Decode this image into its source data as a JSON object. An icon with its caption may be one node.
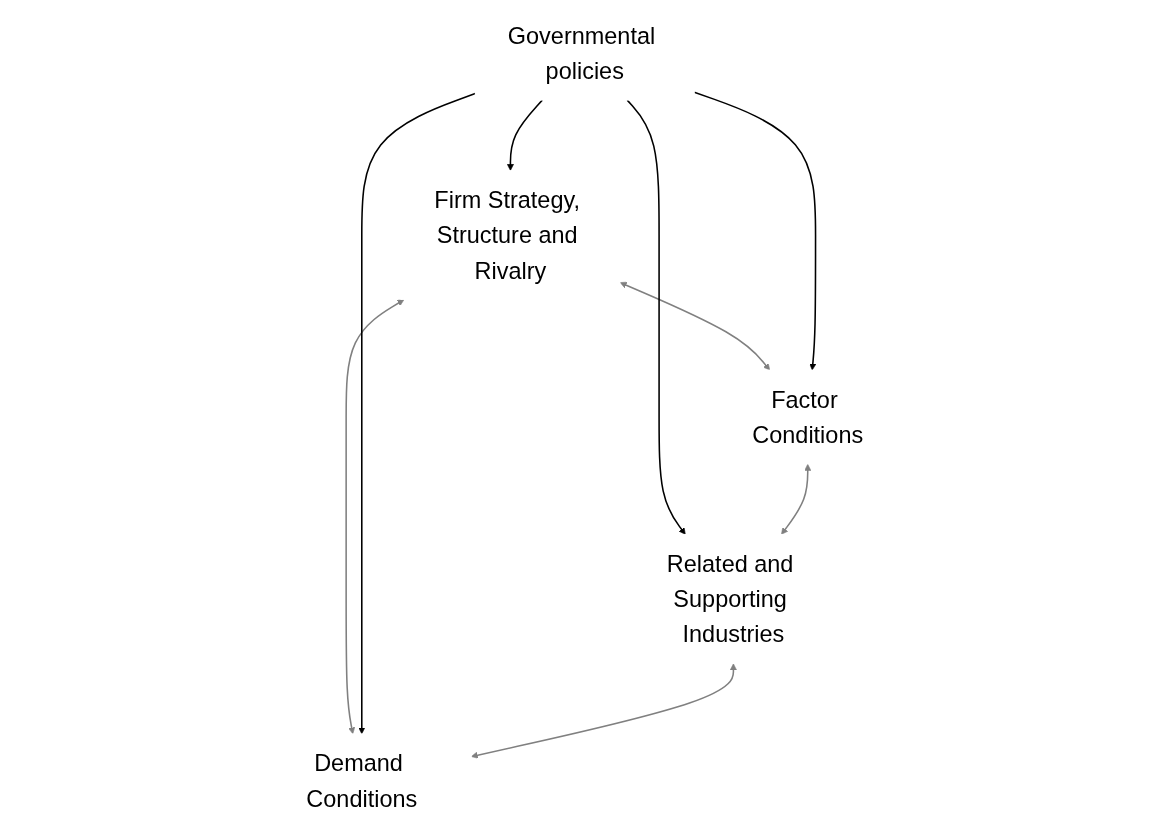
{
  "diagram": {
    "nodes": [
      {
        "text": [
          "Firm Strategy, Structure and Rivalry"
        ]
      },
      {
        "text": [
          "Factor Conditions"
        ]
      },
      {
        "text": [
          "Governmental policies"
        ]
      },
      {
        "text": [
          "Demand Conditions"
        ]
      },
      {
        "text": [
          "Related and Supporting Industries"
        ]
      }
    ],
    "edges": [
      {
        "from": 0,
        "to": 1,
        "arrow": "both",
        "color": "#808080"
      },
      {
        "from": 0,
        "to": 3,
        "arrow": "both",
        "color": "#808080"
      },
      {
        "from": 2,
        "to": 0,
        "arrow": "to",
        "color": "#000000"
      },
      {
        "from": 2,
        "to": 1,
        "arrow": "to",
        "color": "#000000"
      },
      {
        "from": 2,
        "to": 3,
        "arrow": "to",
        "color": "#000000"
      },
      {
        "from": 2,
        "to": 4,
        "arrow": "to",
        "color": "#000000"
      },
      {
        "from": 1,
        "to": 4,
        "arrow": "both",
        "color": "#808080"
      },
      {
        "from": 4,
        "to": 3,
        "arrow": "both",
        "color": "#808080"
      }
    ]
  }
}
